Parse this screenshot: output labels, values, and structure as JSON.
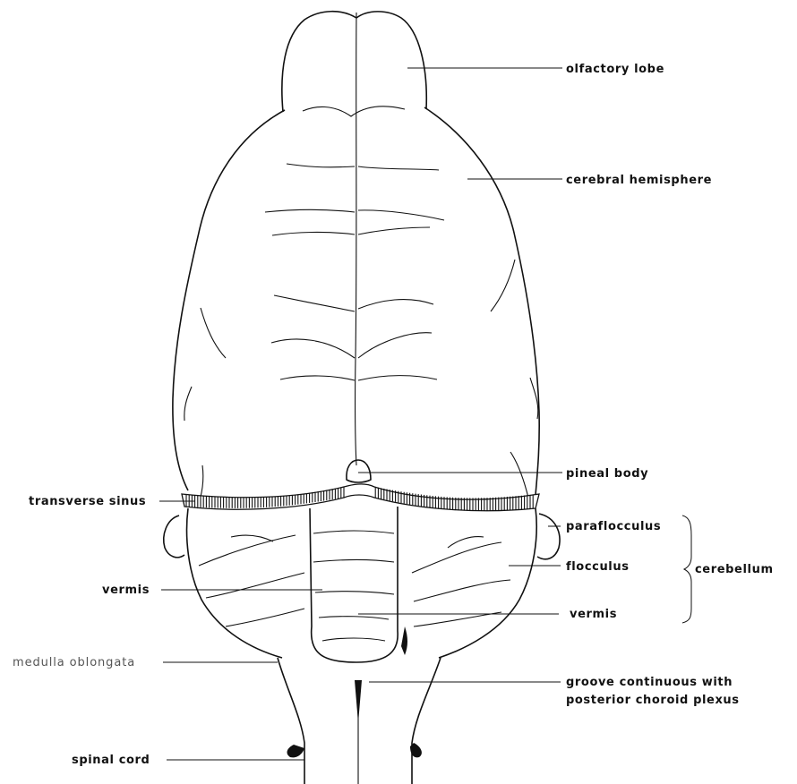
{
  "labels": {
    "olfactory_lobe": "olfactory lobe",
    "cerebral_hemisphere": "cerebral hemisphere",
    "pineal_body": "pineal body",
    "transverse_sinus": "transverse sinus",
    "paraflocculus": "paraflocculus",
    "flocculus": "flocculus",
    "cerebellum": "cerebellum",
    "vermis_left": "vermis",
    "vermis_right": "vermis",
    "medulla_oblongata": "medulla oblongata",
    "groove_line1": "groove continuous with",
    "groove_line2": "posterior choroid plexus",
    "spinal_cord": "spinal cord"
  }
}
